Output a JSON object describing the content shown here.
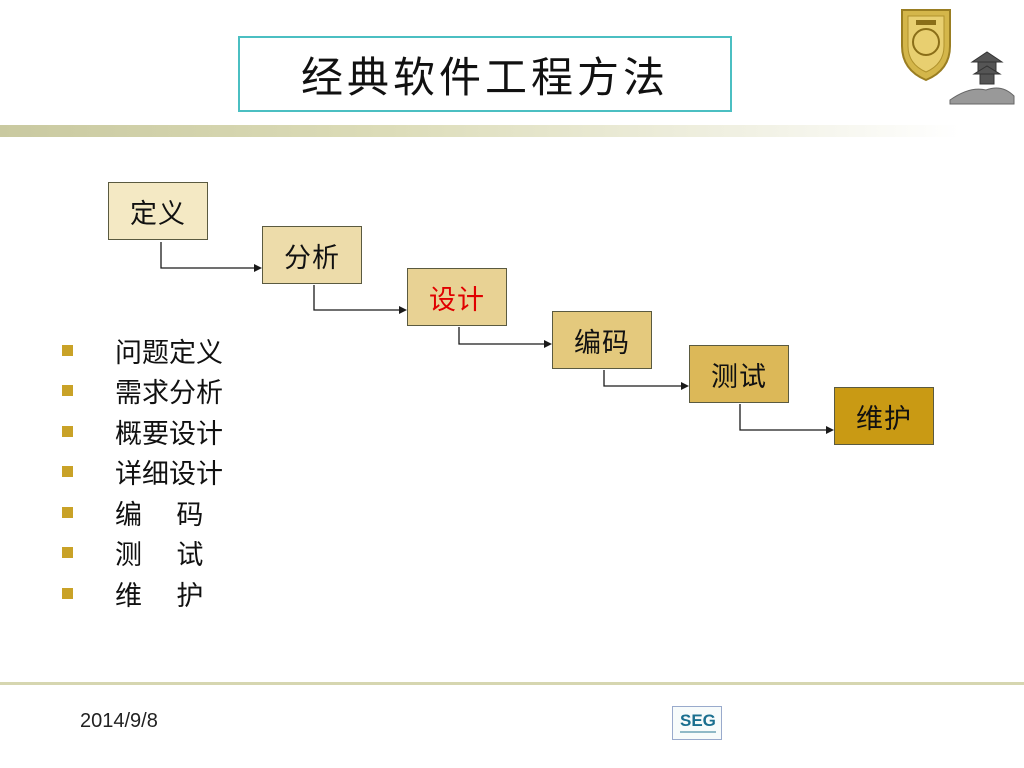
{
  "slide": {
    "title": "经典软件工程方法",
    "date": "2014/9/8",
    "footer_logo": "SEG"
  },
  "steps": [
    {
      "label": "定义",
      "fill": "#f4e9c4",
      "text_color": "#111111"
    },
    {
      "label": "分析",
      "fill": "#eddcaa",
      "text_color": "#111111"
    },
    {
      "label": "设计",
      "fill": "#e8d294",
      "text_color": "#e00000"
    },
    {
      "label": "编码",
      "fill": "#e4c97d",
      "text_color": "#111111"
    },
    {
      "label": "测试",
      "fill": "#dcb858",
      "text_color": "#111111"
    },
    {
      "label": "维护",
      "fill": "#c99a14",
      "text_color": "#111111"
    }
  ],
  "bullets": [
    "问题定义",
    "需求分析",
    "概要设计",
    "详细设计",
    "编    码",
    "测    试",
    "维    护"
  ],
  "colors": {
    "title_border": "#4bbfc2",
    "bullet_marker": "#c9a227",
    "rule": "#d6d6b0",
    "emblem": "#d4b64a"
  },
  "icons": {
    "header_emblem": "university-emblem-icon",
    "tower": "pagoda-icon",
    "bullet": "square-bullet-icon",
    "footer": "seg-logo-icon"
  }
}
